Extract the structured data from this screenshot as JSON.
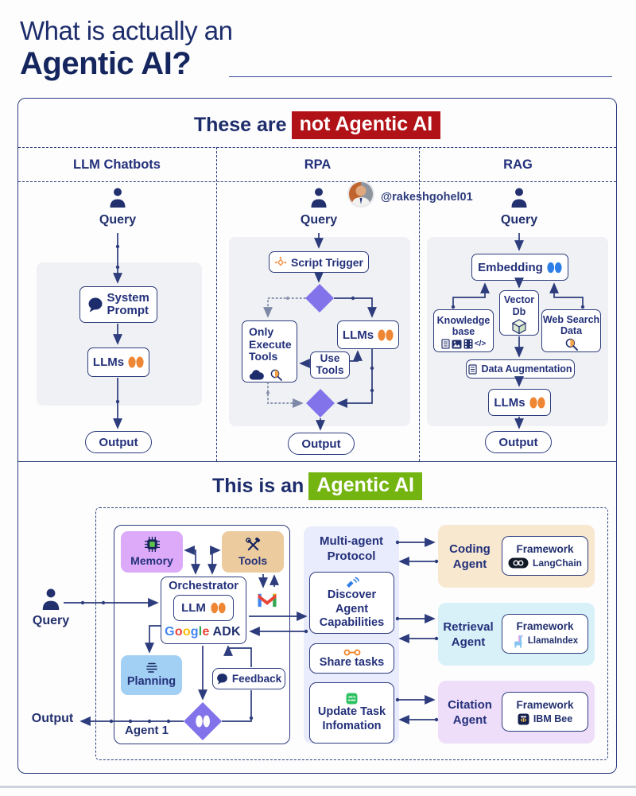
{
  "title": {
    "line1": "What is actually an",
    "line2": "Agentic AI?"
  },
  "handle": "@rakeshgohel01",
  "not_agentic": {
    "heading_plain": "These are",
    "heading_highlight": "not Agentic AI",
    "col_llm": {
      "header": "LLM Chatbots",
      "query": "Query",
      "system_prompt": "System Prompt",
      "llms": "LLMs",
      "output": "Output"
    },
    "col_rpa": {
      "header": "RPA",
      "query": "Query",
      "script_trigger": "Script Trigger",
      "only_execute": "Only Execute Tools",
      "llms": "LLMs",
      "use_tools": "Use Tools",
      "output": "Output"
    },
    "col_rag": {
      "header": "RAG",
      "query": "Query",
      "embedding": "Embedding",
      "vector_db": "Vector Db",
      "knowledge": "Knowledge base",
      "code_glyph": "</>",
      "web_search": "Web Search Data",
      "data_augmentation": "Data Augmentation",
      "llms": "LLMs",
      "output": "Output"
    }
  },
  "agentic": {
    "heading_plain": "This is an",
    "heading_highlight": "Agentic AI",
    "query": "Query",
    "output": "Output",
    "agent1": {
      "label": "Agent 1",
      "memory": "Memory",
      "tools": "Tools",
      "orchestrator": "Orchestrator",
      "llm": "LLM",
      "google_letters": [
        "G",
        "o",
        "o",
        "g",
        "l",
        "e"
      ],
      "adk": "ADK",
      "planning": "Planning",
      "feedback": "Feedback"
    },
    "protocol": {
      "title": "Multi-agent Protocol",
      "discover": "Discover Agent Capabilities",
      "share": "Share tasks",
      "update": "Update Task Infomation"
    },
    "agents": [
      {
        "name": "Coding Agent",
        "framework": "Framework",
        "tool": "LangChain"
      },
      {
        "name": "Retrieval Agent",
        "framework": "Framework",
        "tool": "LlamaIndex"
      },
      {
        "name": "Citation Agent",
        "framework": "Framework",
        "tool": "IBM Bee"
      }
    ]
  },
  "colors": {
    "navy": "#22306e",
    "red_highlight": "#b11217",
    "green_highlight": "#74b410",
    "purple_diamond": "#8273ea",
    "orange_brain": "#ef8634",
    "blue_brain": "#2e7ee7",
    "memory_bg": "#dcaaf8",
    "tools_bg": "#eccb9e",
    "planning_bg": "#a2cff4",
    "protocol_bg": "#e9ecfc",
    "coding_bg": "#f8e8d0",
    "retrieval_bg": "#d8f1f9",
    "citation_bg": "#efdefa"
  }
}
